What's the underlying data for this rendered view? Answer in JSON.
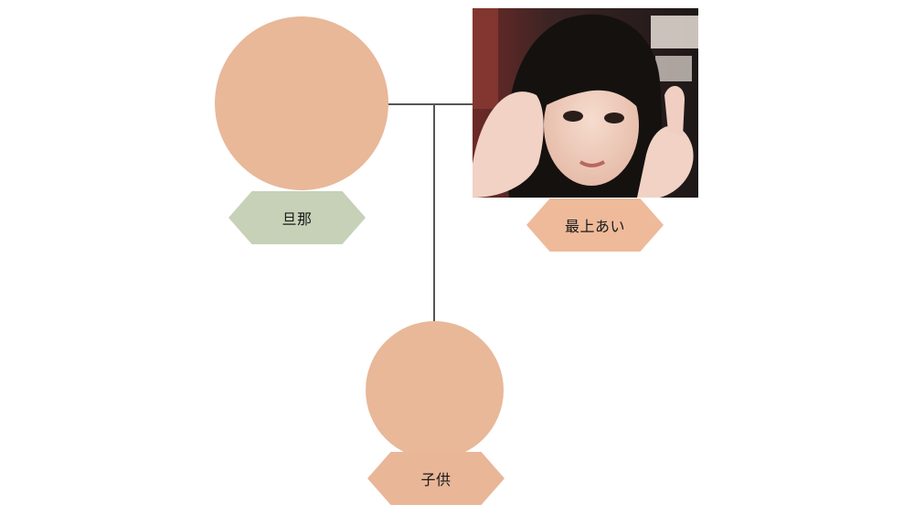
{
  "colors": {
    "circle_fill": "#e8b899",
    "label_husband_fill": "#c6d1b8",
    "label_wife_fill": "#eeba9a",
    "label_child_fill": "#e9b698",
    "connector": "#555555"
  },
  "nodes": {
    "husband": {
      "label": "旦那"
    },
    "wife": {
      "label": "最上あい",
      "has_photo": true
    },
    "child": {
      "label": "子供"
    }
  },
  "edges": [
    {
      "from": "husband",
      "to": "wife",
      "type": "marriage"
    },
    {
      "from": "marriage",
      "to": "child",
      "type": "descent"
    }
  ]
}
